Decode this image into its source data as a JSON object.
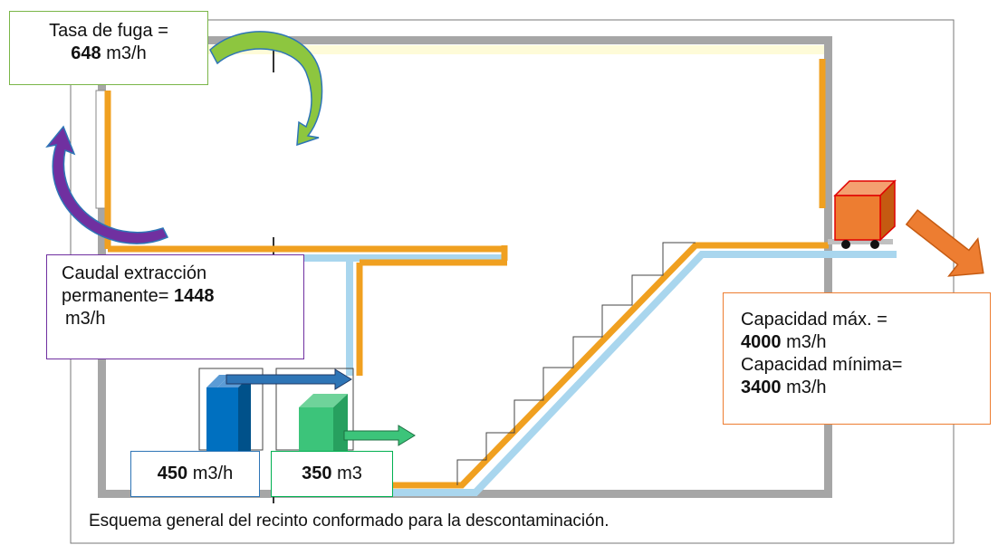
{
  "leak_rate_box": {
    "label": "Tasa de fuga =",
    "value": "648",
    "unit": "m3/h",
    "border_color": "#7ab648"
  },
  "extraction_box": {
    "label_line1": "Caudal extracción",
    "label_line2": "permanente=",
    "value": "1448",
    "unit": "m3/h",
    "border_color": "#7030a0"
  },
  "capacity_box": {
    "max_label": "Capacidad máx. =",
    "max_value": "4000",
    "max_unit": "m3/h",
    "min_label": "Capacidad mínima=",
    "min_value": "3400",
    "min_unit": "m3/h",
    "border_color": "#ed7d31"
  },
  "blue_unit_box": {
    "value": "450",
    "unit": "m3/h",
    "border_color": "#2e75b6"
  },
  "green_unit_box": {
    "value": "350",
    "unit": "m3",
    "border_color": "#00b050"
  },
  "caption": "Esquema general del recinto conformado para la descontaminación.",
  "colors": {
    "wall": "#a6a6a6",
    "orange_line": "#f0a020",
    "light_blue_line": "#a9d6ee",
    "blue_unit": "#0070c0",
    "green_unit": "#3cc47a",
    "red_fan": "#ed7d31",
    "green_arrow": "#7ab648",
    "purple_arrow": "#7030a0"
  }
}
